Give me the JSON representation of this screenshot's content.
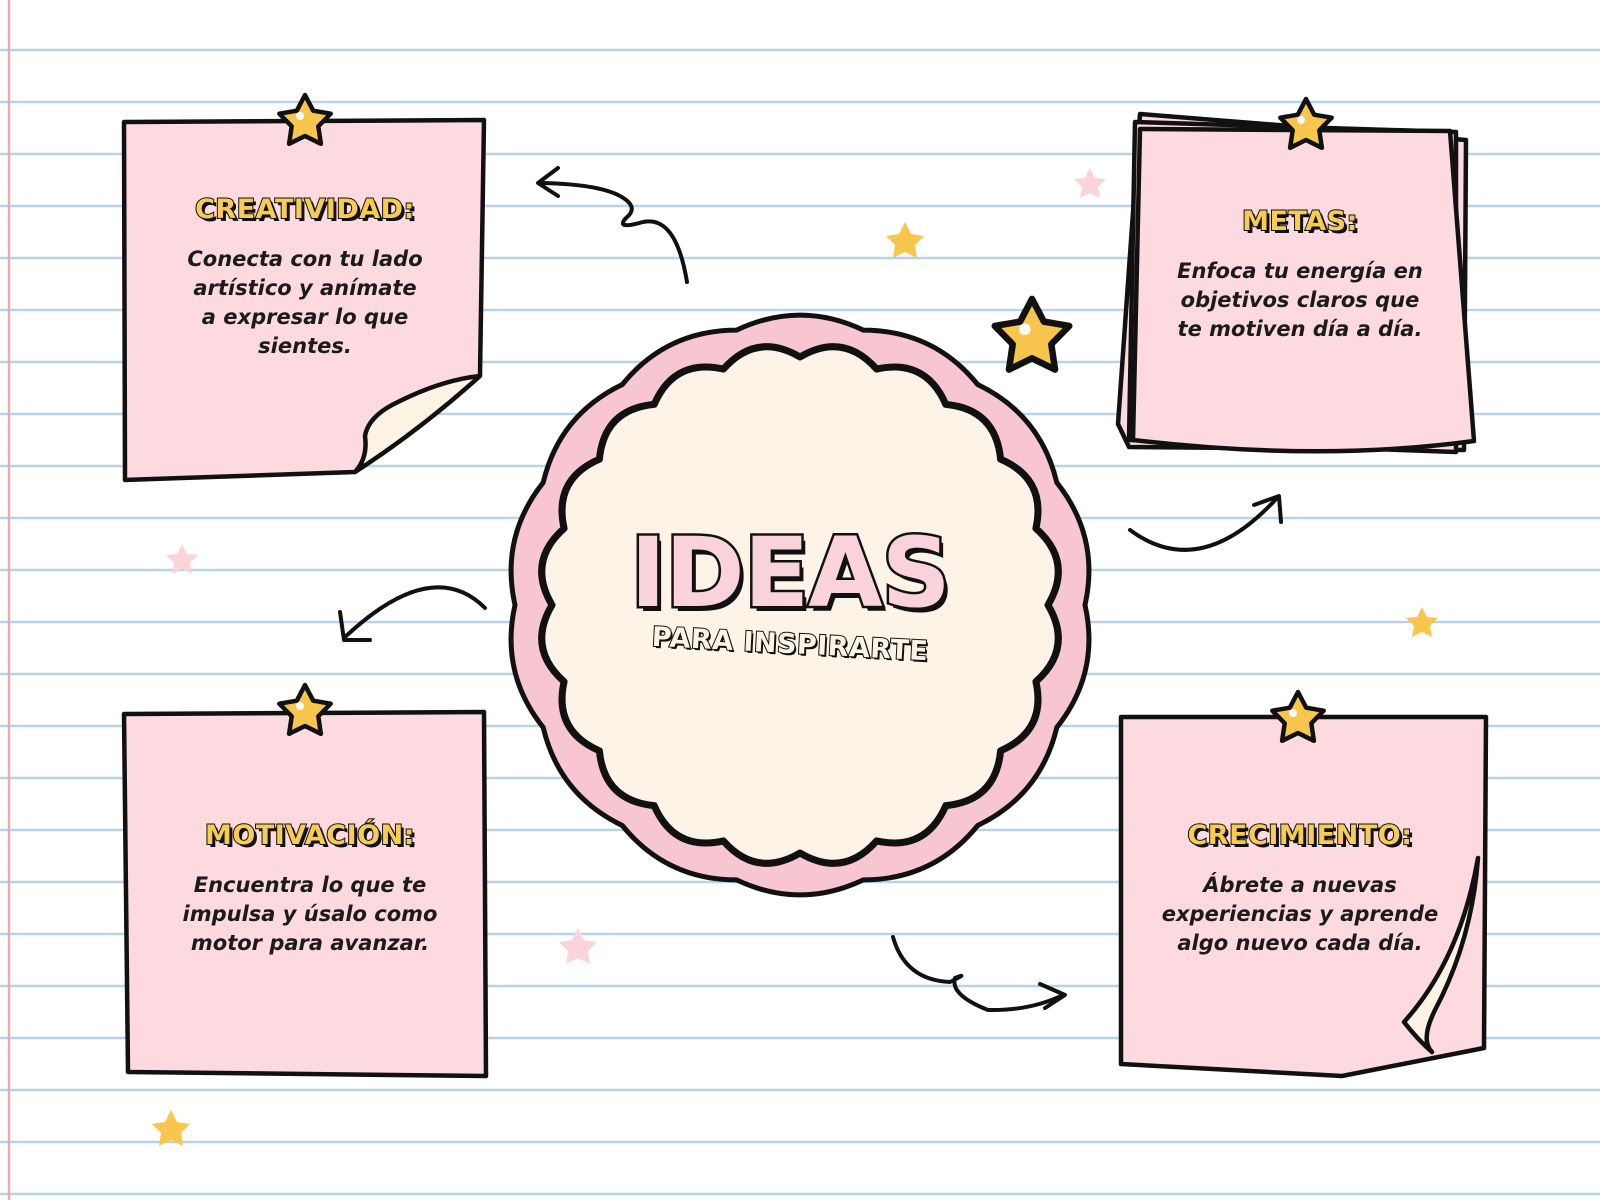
{
  "center": {
    "title": "IDEAS",
    "subtitle": "PARA INSPIRARTE"
  },
  "notes": [
    {
      "title": "CREATIVIDAD:",
      "body": "Conecta con tu lado\nartístico y anímate\na expresar lo que\nsientes."
    },
    {
      "title": "METAS:",
      "body": "Enfoca tu energía en\nobjetivos claros que\nte motiven día a día."
    },
    {
      "title": "MOTIVACIÓN:",
      "body": "Encuentra lo que te\nimpulsa y úsalo como\nmotor para avanzar."
    },
    {
      "title": "CRECIMIENTO:",
      "body": "Ábrete a nuevas\nexperiencias y aprende\nalgo nuevo cada día."
    }
  ],
  "colors": {
    "note_fill": "#fdd9e0",
    "cloud_fill": "#fdf3e6",
    "cloud_border": "#f7c6d0",
    "star": "#f8c64c",
    "star_light": "#fbd3da",
    "ruled_line": "#b7d2ea",
    "margin_line": "#eeaab3"
  },
  "icons": [
    "star-pin-icon",
    "arrow-icon",
    "corner-curl-icon"
  ]
}
